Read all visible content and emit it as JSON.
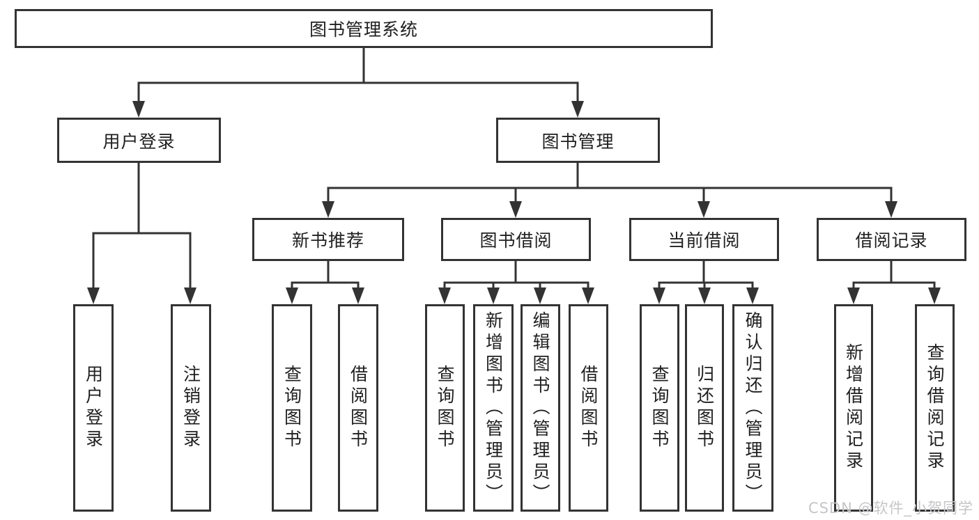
{
  "tree": {
    "root": {
      "label": "图书管理系统"
    },
    "children": [
      {
        "label": "用户登录",
        "children": [
          {
            "label": "用户登录"
          },
          {
            "label": "注销登录"
          }
        ]
      },
      {
        "label": "图书管理",
        "children": [
          {
            "label": "新书推荐",
            "children": [
              {
                "label": "查询图书"
              },
              {
                "label": "借阅图书"
              }
            ]
          },
          {
            "label": "图书借阅",
            "children": [
              {
                "label": "查询图书"
              },
              {
                "label": "新增图书（管理员）"
              },
              {
                "label": "编辑图书（管理员）"
              },
              {
                "label": "借阅图书"
              }
            ]
          },
          {
            "label": "当前借阅",
            "children": [
              {
                "label": "查询图书"
              },
              {
                "label": "归还图书"
              },
              {
                "label": "确认归还（管理员）"
              }
            ]
          },
          {
            "label": "借阅记录",
            "children": [
              {
                "label": "新增借阅记录"
              },
              {
                "label": "查询借阅记录"
              }
            ]
          }
        ]
      }
    ]
  },
  "watermark": {
    "text": "CSDN @软件_小贺同学"
  },
  "colors": {
    "line": "#333333",
    "text": "#1f1f1f",
    "box_background": "#ffffff",
    "page_background": "#ffffff",
    "watermark": "#c6c6c9"
  }
}
